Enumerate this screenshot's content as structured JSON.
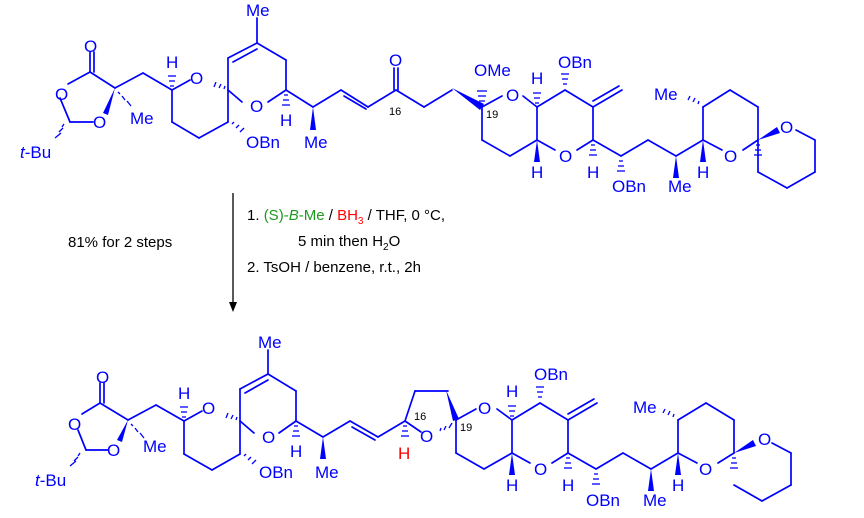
{
  "scheme": {
    "type": "reaction-scheme",
    "colors": {
      "structure": "#0000ff",
      "catalyst": "#1f9a1f",
      "reagent_highlight": "#ff0000",
      "text": "#000000"
    },
    "yield_label": "81% for 2 steps",
    "conditions": {
      "step1_prefix": "1. ",
      "step1_catalyst_s": "(S)",
      "step1_catalyst_dash": "-",
      "step1_catalyst_b": "B",
      "step1_catalyst_me": "-Me",
      "step1_sep1": " / ",
      "step1_reagent": "BH",
      "step1_reagent_sub": "3",
      "step1_rest": " / THF, 0 °C,",
      "step1_line2": "5 min then H",
      "step1_line2_sub": "2",
      "step1_line2_end": "O",
      "step2": "2. TsOH / benzene, r.t., 2h"
    },
    "starting_material": {
      "labels": {
        "carbonyl_o": "O",
        "ring_o1": "O",
        "ring_o2": "O",
        "tbu": "t",
        "tbu_rest": "-Bu",
        "me_quat": "Me",
        "h1": "H",
        "o3": "O",
        "o4": "O",
        "me_alkene": "Me",
        "obn1": "OBn",
        "h2": "H",
        "me_chain": "Me",
        "ketone_o": "O",
        "c16": "16",
        "ome": "OMe",
        "c19": "19",
        "o5": "O",
        "h3": "H",
        "obn2": "OBn",
        "h4": "H",
        "o6": "O",
        "h5": "H",
        "obn3": "OBn",
        "me_chain2": "Me",
        "h6": "H",
        "o7": "O",
        "me_ring": "Me",
        "o8": "O"
      }
    },
    "product": {
      "labels": {
        "carbonyl_o": "O",
        "ring_o1": "O",
        "ring_o2": "O",
        "tbu": "t",
        "tbu_rest": "-Bu",
        "me_quat": "Me",
        "h1": "H",
        "o3": "O",
        "o4": "O",
        "me_alkene": "Me",
        "obn1": "OBn",
        "h2": "H",
        "me_chain": "Me",
        "c16": "16",
        "h16": "H",
        "o_thf": "O",
        "c19": "19",
        "o5": "O",
        "h3": "H",
        "obn2": "OBn",
        "h4": "H",
        "o6": "O",
        "h5": "H",
        "obn3": "OBn",
        "me_chain2": "Me",
        "h6": "H",
        "o7": "O",
        "me_ring": "Me",
        "o8": "O"
      }
    }
  }
}
